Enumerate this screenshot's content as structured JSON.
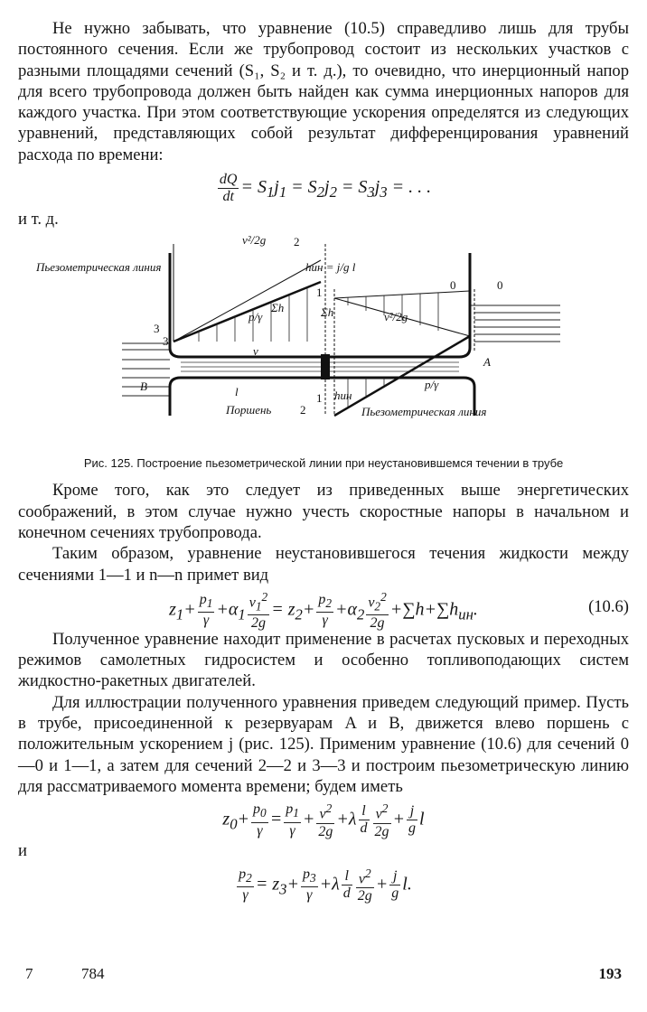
{
  "paragraphs": {
    "p1": "Не нужно забывать, что уравнение (10.5) справедливо лишь для трубы постоянного сечения. Если же трубопровод состоит из нескольких участков с разными площадями сечений (S₁, S₂ и т. д.), то очевидно, что инерционный напор для всего трубопровода должен быть найден как сумма инерционных напоров для каждого участка. При этом соответствующие ускорения определятся из следующих уравнений, представляющих собой результат дифференцирования уравнений расхода по времени:",
    "itd": "и т. д.",
    "p2": "Кроме того, как это следует из приведенных выше энергетических соображений, в этом случае нужно учесть скоростные напоры в начальном и конечном сечениях трубопровода.",
    "p3": "Таким образом, уравнение неустановившегося течения жидкости между сечениями 1—1 и n—n примет вид",
    "p4": "Полученное уравнение находит применение в расчетах пусковых и переходных режимов самолетных гидросистем и особенно топливоподающих систем жидкостно-ракетных двигателей.",
    "p5": "Для иллюстрации полученного уравнения приведем следующий пример. Пусть в трубе, присоединенной к резервуарам A и B, движется влево поршень с положительным ускорением j (рис. 125). Применим уравнение (10.6) для сечений 0—0 и 1—1, а затем для сечений 2—2 и 3—3 и построим пьезометрическую линию для рассматриваемого момента времени; будем иметь",
    "and": "и"
  },
  "equations": {
    "eq_number": "(10.6)"
  },
  "figure": {
    "caption": "Рис. 125. Построение пьезометрической линии при неустановившемся течении в трубе",
    "labels": {
      "piezo_left": "Пьезометрическая линия",
      "piezo_right": "Пьезометрическая линия",
      "piston": "Поршень",
      "A": "A",
      "B": "B",
      "n2top": "2",
      "n2bot": "2",
      "n3left": "3",
      "n3b": "3",
      "n1top": "1",
      "n1bot": "1",
      "n0a": "0",
      "n0b": "0",
      "l": "l",
      "sumh1": "Σh",
      "sumh2": "Σh",
      "v": "v",
      "hin": "hин",
      "hin_formula": "hин = j/g l",
      "v2_2g_top": "v²/2g",
      "v2_2g_right": "v²/2g",
      "p_g_left": "p/γ",
      "p_g_right": "p/γ"
    }
  },
  "footer": {
    "left1": "7",
    "left2": "784",
    "page_number": "193"
  }
}
